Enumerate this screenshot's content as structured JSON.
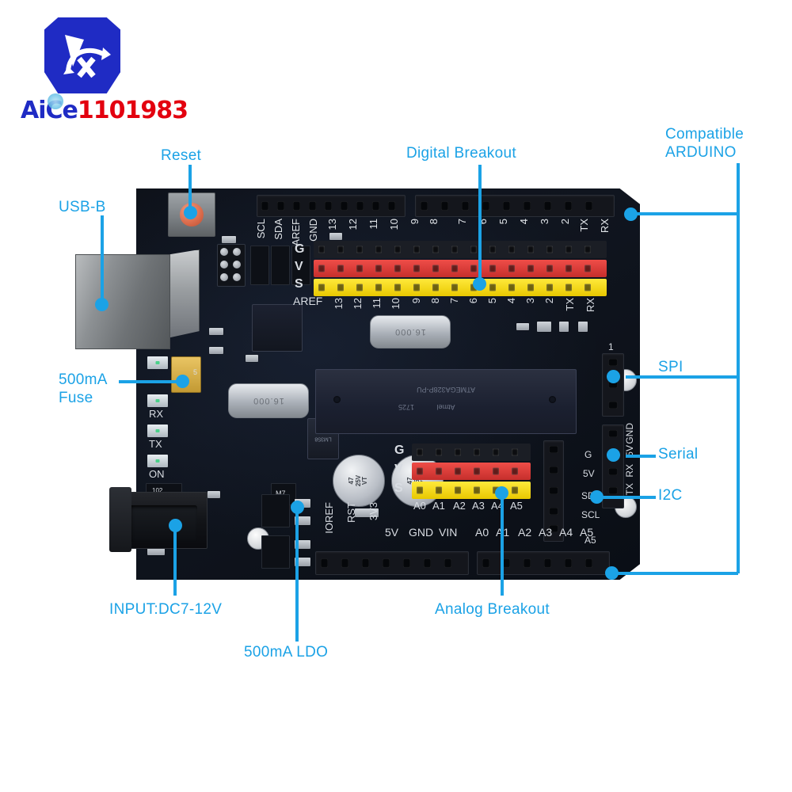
{
  "logo": {
    "brand_primary": "AiCe",
    "brand_secondary": "1101983",
    "primary_color": "#1f2bc4",
    "secondary_color": "#e3000f"
  },
  "annotations": {
    "accent_color": "#1ba2e6",
    "items": [
      {
        "id": "usb-b",
        "label": "USB-B"
      },
      {
        "id": "reset",
        "label": "Reset"
      },
      {
        "id": "digital-breakout",
        "label": "Digital Breakout"
      },
      {
        "id": "compatible-arduino",
        "label_line1": "Compatible",
        "label_line2": "ARDUINO"
      },
      {
        "id": "fuse",
        "label_line1": "500mA",
        "label_line2": "Fuse"
      },
      {
        "id": "spi",
        "label": "SPI"
      },
      {
        "id": "serial",
        "label": "Serial"
      },
      {
        "id": "i2c",
        "label": "I2C"
      },
      {
        "id": "input-dc",
        "label": "INPUT:DC7-12V"
      },
      {
        "id": "ldo",
        "label": "500mA LDO"
      },
      {
        "id": "analog-breakout",
        "label": "Analog Breakout"
      }
    ]
  },
  "board": {
    "color": "#0d1119",
    "mcu": {
      "part": "ATMEGA328P-PU",
      "vendor": "Atmel",
      "datecode": "1725"
    },
    "crystals": [
      {
        "value": "16.000"
      },
      {
        "value": "16.000"
      }
    ],
    "capacitors": [
      {
        "line1": "47",
        "line2": "25V",
        "line3": "VT"
      },
      {
        "line1": "47",
        "line2": "25V",
        "line3": "VT"
      }
    ],
    "opamp": "LM358",
    "fuse_marking": "5",
    "resistor_marking": "102",
    "transistor_marking": "M7",
    "led_labels": [
      "RX",
      "TX",
      "ON"
    ],
    "digital_header_top": [
      "SCL",
      "SDA",
      "AREF",
      "GND",
      "13",
      "12",
      "11",
      "10",
      "9",
      "8",
      "7",
      "6",
      "5",
      "4",
      "3",
      "2",
      "TX",
      "RX"
    ],
    "digital_breakout_rows": [
      "G",
      "V",
      "S"
    ],
    "digital_breakout_labels": [
      "AREF",
      "13",
      "12",
      "11",
      "10",
      "9",
      "8",
      "7",
      "6",
      "5",
      "4",
      "3",
      "2",
      "TX",
      "RX"
    ],
    "breakout_colors": {
      "ground": "#1b1e25",
      "voltage": "#d94340",
      "signal": "#f2dc16"
    },
    "power_header": [
      "IOREF",
      "RST",
      "3V3",
      "5V",
      "GND",
      "VIN"
    ],
    "analog_header": [
      "A0",
      "A1",
      "A2",
      "A3",
      "A4",
      "A5"
    ],
    "analog_breakout_rows": [
      "G",
      "V",
      "S"
    ],
    "analog_breakout_labels": [
      "A0",
      "A1",
      "A2",
      "A3",
      "A4",
      "A5"
    ],
    "serial_header": [
      "GND",
      "5V",
      "RX",
      "TX"
    ],
    "i2c_header": [
      "G",
      "5V",
      "SDA",
      "SCL"
    ],
    "side_labels": [
      "1",
      "G",
      "5V",
      "SDA",
      "SCL",
      "A5"
    ]
  }
}
